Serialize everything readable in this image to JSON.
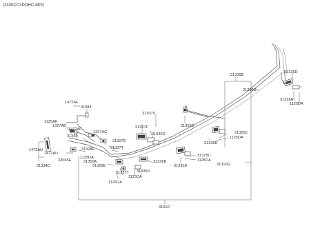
{
  "header": {
    "engine": "(2400CC>DOHC-MPI)"
  },
  "labels": {
    "l31330b": "31330B",
    "l31330g": "31330G",
    "l31335d_tr": "31335D",
    "l31326a": "31326A",
    "l1125da_r": "1125DA",
    "l1472af_a": "1472AF",
    "l31084": "31084",
    "l31307s": "31307S",
    "l31337f": "31337F",
    "l31335d_m": "31335D",
    "l31355d": "31355D",
    "l1125ak": "1125AK",
    "l1327ab": "1327AB",
    "l1472af_b": "1472AF",
    "l1327ac": "1327AC",
    "l31340": "31340",
    "l31327d": "31327D",
    "l31337t_a": "31337T",
    "l31328e": "31328E",
    "l1472au_a": "1472AU",
    "l1472au_b": "1472AU",
    "l33065e": "33065E",
    "l31334c": "31334C",
    "l1125da_l": "1125DA",
    "l31350a": "31350A",
    "l31325e": "31325E",
    "l31337t_b": "31337T",
    "l1125da_b": "1125DA",
    "l31326b": "31326B",
    "l31335d_b": "31335D",
    "l1125da_bm": "1125DA",
    "l31325c_r": "31325C",
    "l1125da_mr": "1125DA",
    "l31335d_mr": "31335D",
    "l31325c_m": "31325C",
    "l1125da_m2": "1125DA",
    "l31335d_m2": "31335D",
    "l31310g": "31310G",
    "l31310": "31310"
  }
}
